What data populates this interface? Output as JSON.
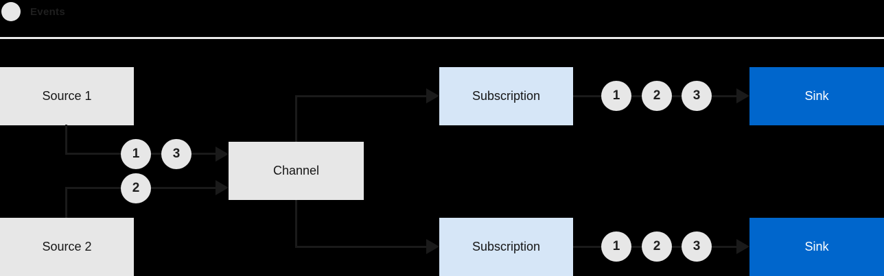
{
  "legend": {
    "label": "Events"
  },
  "colors": {
    "background": "#000000",
    "divider": "#ececec",
    "node_gray": "#e7e7e7",
    "node_light_blue": "#d6e6f7",
    "node_blue": "#0066cc",
    "connector": "#1a1a1a",
    "text_dark": "#151515",
    "text_light": "#ffffff",
    "badge_bg": "#e7e7e7",
    "badge_text": "#1f1f1f",
    "legend_text": "#1f1f1f"
  },
  "nodes": {
    "source1": {
      "label": "Source 1"
    },
    "source2": {
      "label": "Source 2"
    },
    "channel": {
      "label": "Channel"
    },
    "subscription_top": {
      "label": "Subscription"
    },
    "subscription_bottom": {
      "label": "Subscription"
    },
    "sink_top": {
      "label": "Sink"
    },
    "sink_bottom": {
      "label": "Sink"
    }
  },
  "badges": {
    "source1_to_channel": [
      "1",
      "3"
    ],
    "source2_to_channel": [
      "2"
    ],
    "subscription_top_to_sink": [
      "1",
      "2",
      "3"
    ],
    "subscription_bottom_to_sink": [
      "1",
      "2",
      "3"
    ]
  }
}
